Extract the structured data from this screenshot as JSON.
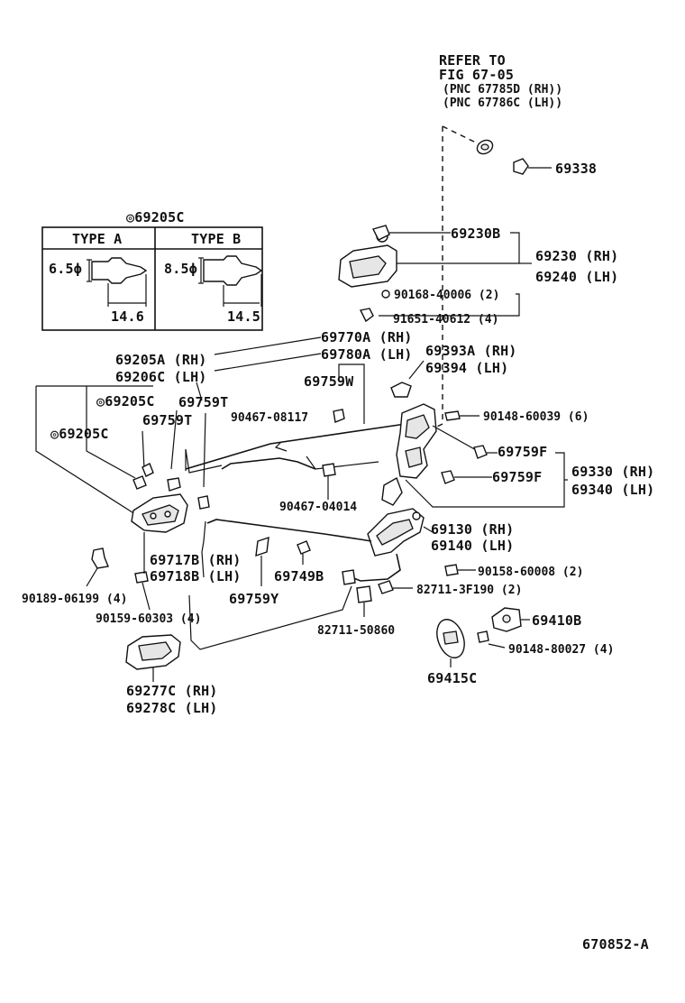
{
  "refer": {
    "line1": "REFER TO",
    "line2": "FIG 67-05",
    "line3": "(PNC 67785D (RH))",
    "line4": "(PNC 67786C (LH))"
  },
  "inset": {
    "title": "◎69205C",
    "type_a": "TYPE A",
    "type_b": "TYPE B",
    "a_dia": "6.5ϕ",
    "a_len": "14.6",
    "b_dia": "8.5ϕ",
    "b_len": "14.5"
  },
  "labels": {
    "p69338": "69338",
    "p69230B": "69230B",
    "p69230rh": "69230 (RH)",
    "p69240lh": "69240 (LH)",
    "p90168": "90168-40006 (2)",
    "p91651": "91651-40612 (4)",
    "p69770A": "69770A (RH)",
    "p69780A": "69780A (LH)",
    "p69393A": "69393A (RH)",
    "p69394": "69394  (LH)",
    "p69205A": "69205A (RH)",
    "p69206C": "69206C (LH)",
    "p69759T_a": "69759T",
    "p69759W": "69759W",
    "p69205C_a": "◎69205C",
    "p69759T_b": "69759T",
    "p90467_08117": "90467-08117",
    "p90148_60039": "90148-60039 (6)",
    "p69205C_b": "◎69205C",
    "p69759F_a": "69759F",
    "p69759F_b": "69759F",
    "p69330": "69330 (RH)",
    "p69340": "69340 (LH)",
    "p90467_04014": "90467-04014",
    "p69130": "69130 (RH)",
    "p69140": "69140 (LH)",
    "p69717B": "69717B (RH)",
    "p69718B": "69718B (LH)",
    "p69749B": "69749B",
    "p90158": "90158-60008 (2)",
    "p82711_3F190": "82711-3F190 (2)",
    "p69759Y": "69759Y",
    "p90189": "90189-06199 (4)",
    "p90159": "90159-60303 (4)",
    "p82711_50860": "82711-50860",
    "p69410B": "69410B",
    "p90148_80027": "90148-80027 (4)",
    "p69415C": "69415C",
    "p69277C": "69277C (RH)",
    "p69278C": "69278C (LH)"
  },
  "footer": {
    "code": "670852-A"
  }
}
